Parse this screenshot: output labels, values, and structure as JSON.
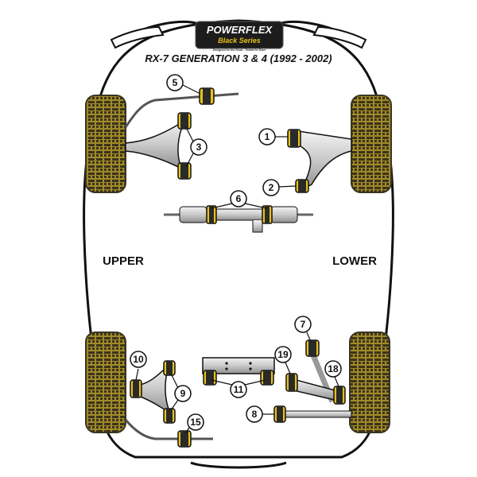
{
  "logo": {
    "brand": "POWERFLEX",
    "series": "Black Series",
    "tagline": "Designed for the Road - Tested for Race"
  },
  "title": "RX-7 GENERATION 3 & 4 (1992 - 2002)",
  "labels": {
    "upper": "UPPER",
    "lower": "LOWER"
  },
  "callouts": {
    "c1": "1",
    "c2": "2",
    "c3": "3",
    "c5": "5",
    "c6": "6",
    "c7": "7",
    "c8": "8",
    "c9": "9",
    "c10": "10",
    "c11": "11",
    "c15": "15",
    "c18": "18",
    "c19": "19"
  },
  "colors": {
    "bushing": "#e8c21a",
    "tyre_fill": "#a58e28",
    "tyre_dark": "#3a3522",
    "arm": "#d4d4d4",
    "outline": "#111111"
  }
}
